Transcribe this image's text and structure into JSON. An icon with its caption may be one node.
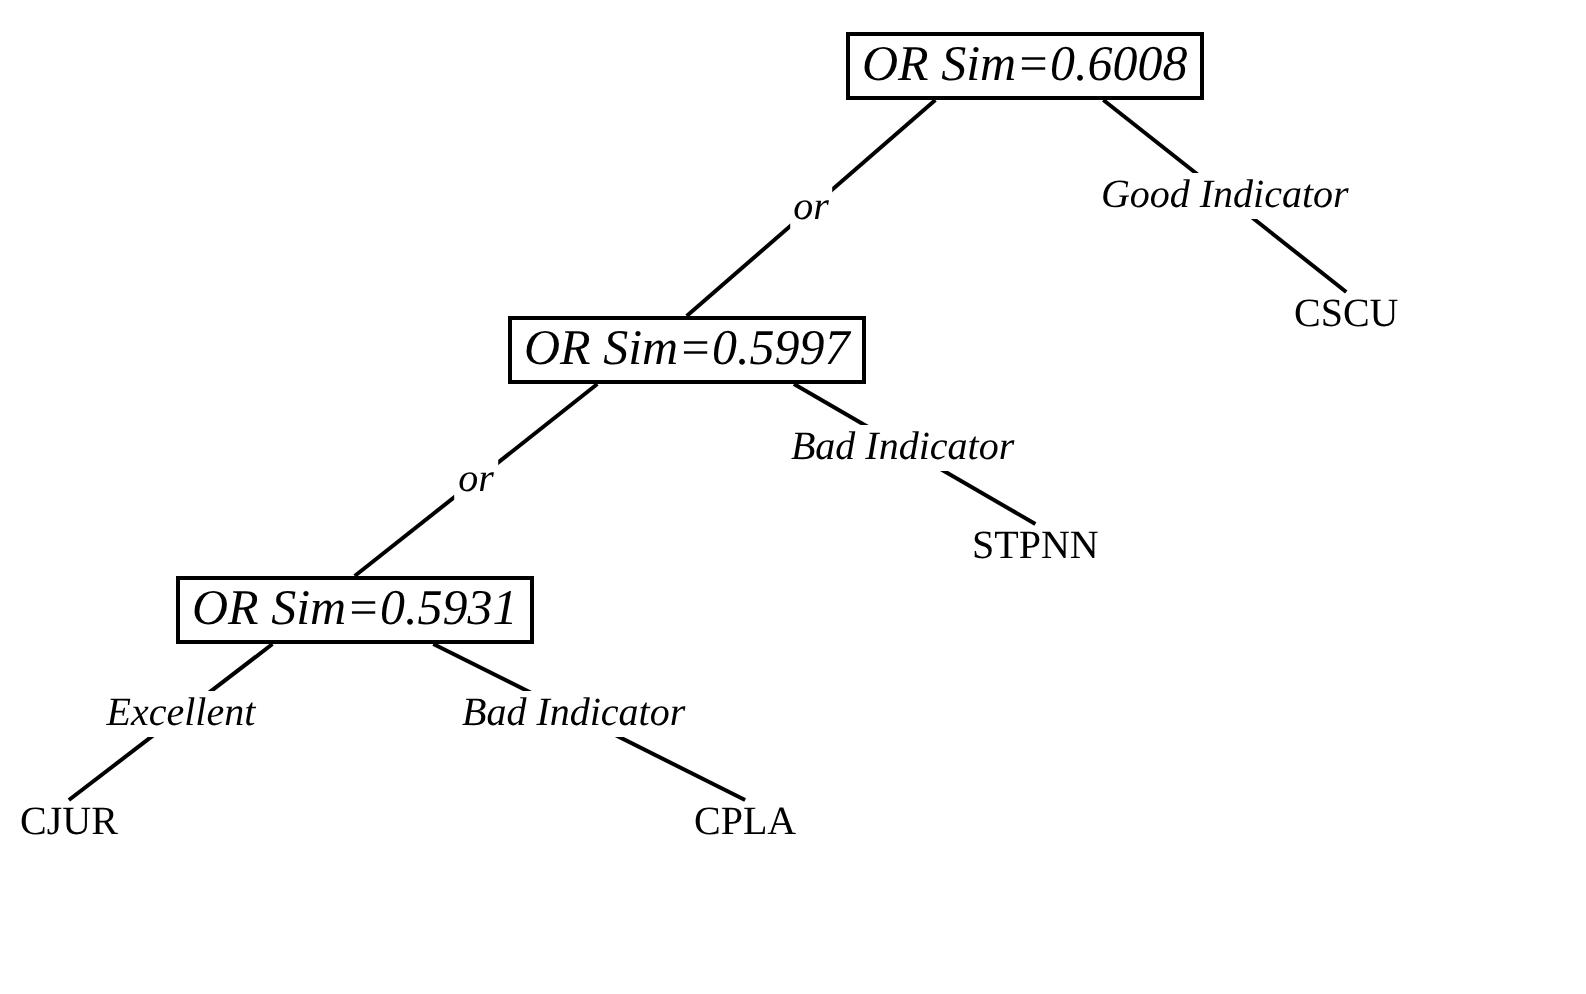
{
  "diagram": {
    "nodes": [
      {
        "text": [
          "OR Sim=0.6008"
        ]
      },
      {
        "text": [
          "OR Sim=0.5997"
        ]
      },
      {
        "text": [
          "OR Sim=0.5931"
        ]
      },
      {
        "text": [
          "CSCU"
        ]
      },
      {
        "text": [
          "STPNN"
        ]
      },
      {
        "text": [
          "CJUR"
        ]
      },
      {
        "text": [
          "CPLA"
        ]
      }
    ],
    "edges": [
      {
        "from": 0,
        "to": 1,
        "arrow": "none",
        "label": "or"
      },
      {
        "from": 0,
        "to": 3,
        "arrow": "none",
        "label": "Good Indicator"
      },
      {
        "from": 1,
        "to": 2,
        "arrow": "none",
        "label": "or"
      },
      {
        "from": 1,
        "to": 4,
        "arrow": "none",
        "label": "Bad Indicator"
      },
      {
        "from": 2,
        "to": 5,
        "arrow": "none",
        "label": "Excellent"
      },
      {
        "from": 2,
        "to": 6,
        "arrow": "none",
        "label": "Bad Indicator"
      }
    ]
  }
}
